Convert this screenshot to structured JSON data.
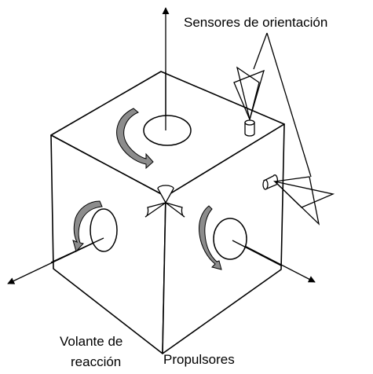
{
  "labels": {
    "sensors": "Sensores de orientación",
    "wheel_line1": "Volante de",
    "wheel_line2": "reacción",
    "thrusters": "Propulsores"
  },
  "colors": {
    "stroke": "#000000",
    "arrow_fill": "#8c8c8c",
    "face_fill": "#ffffff"
  },
  "components": {
    "reaction_wheels": 3,
    "orientation_sensors": 2,
    "thruster_cluster": 1,
    "body_axes": 3
  }
}
